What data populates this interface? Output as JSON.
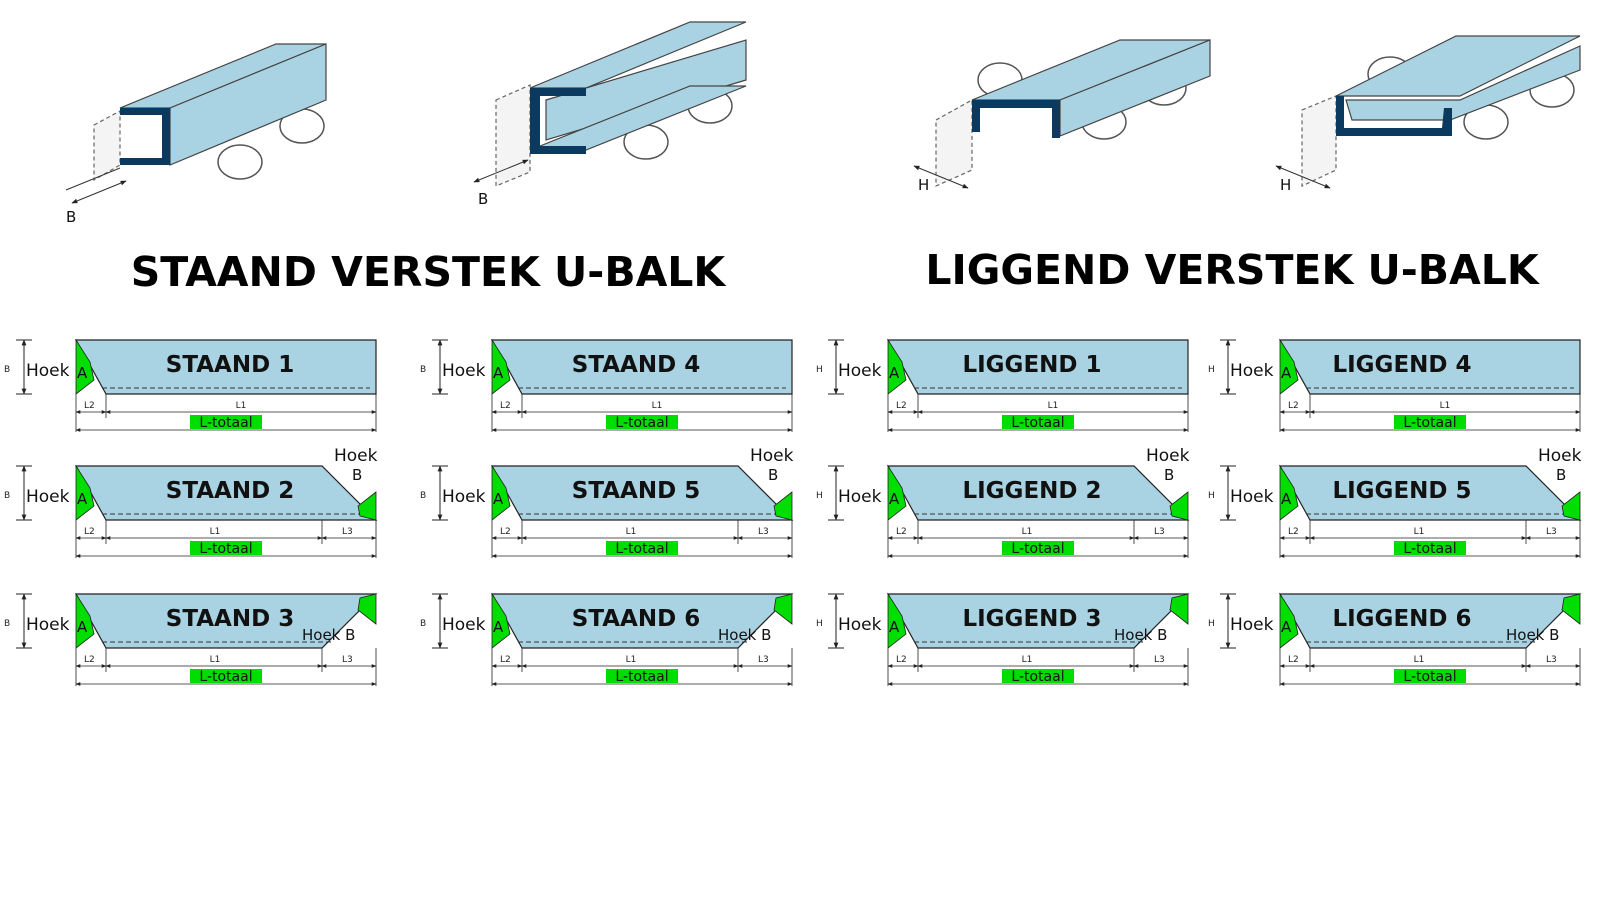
{
  "headings": {
    "staand": "STAAND VERSTEK U-BALK",
    "liggend": "LIGGEND VERSTEK U-BALK"
  },
  "beams": [
    {
      "dim": "B"
    },
    {
      "dim": "B"
    },
    {
      "dim": "H"
    },
    {
      "dim": "H"
    }
  ],
  "labels": {
    "hoek": "Hoek",
    "a": "A",
    "b": "B",
    "hoek_b": "Hoek B",
    "l1": "L1",
    "l2": "L2",
    "l3": "L3",
    "l_totaal": "L-totaal"
  },
  "tiles": [
    {
      "title": "STAAND 1",
      "dim": "B",
      "shape": 1
    },
    {
      "title": "STAAND 2",
      "dim": "B",
      "shape": 2
    },
    {
      "title": "STAAND 3",
      "dim": "B",
      "shape": 3
    },
    {
      "title": "STAAND 4",
      "dim": "B",
      "shape": 1
    },
    {
      "title": "STAAND 5",
      "dim": "B",
      "shape": 2
    },
    {
      "title": "STAAND 6",
      "dim": "B",
      "shape": 3
    },
    {
      "title": "LIGGEND 1",
      "dim": "H",
      "shape": 1
    },
    {
      "title": "LIGGEND 2",
      "dim": "H",
      "shape": 2
    },
    {
      "title": "LIGGEND 3",
      "dim": "H",
      "shape": 3
    },
    {
      "title": "LIGGEND 4",
      "dim": "H",
      "shape": 1
    },
    {
      "title": "LIGGEND 5",
      "dim": "H",
      "shape": 2
    },
    {
      "title": "LIGGEND 6",
      "dim": "H",
      "shape": 3
    }
  ],
  "colors": {
    "beam_fill": "#a9d3e2",
    "profile": "#0b3a5e",
    "angle_green": "#00dd00",
    "outline": "#222222"
  }
}
